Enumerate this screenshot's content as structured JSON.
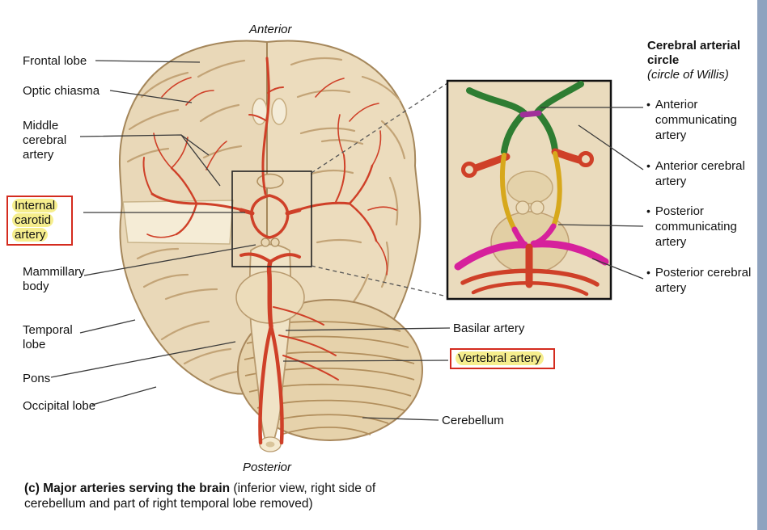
{
  "orientation": {
    "top": "Anterior",
    "bottom": "Posterior"
  },
  "left_labels": [
    {
      "text": "Frontal lobe",
      "highlighted": false
    },
    {
      "text": "Optic chiasma",
      "highlighted": false
    },
    {
      "text": "Middle cerebral artery",
      "highlighted": false
    },
    {
      "text": "Internal carotid artery",
      "highlighted": true
    },
    {
      "text": "Mammillary body",
      "highlighted": false
    },
    {
      "text": "Temporal lobe",
      "highlighted": false
    },
    {
      "text": "Pons",
      "highlighted": false
    },
    {
      "text": "Occipital lobe",
      "highlighted": false
    }
  ],
  "right_labels": [
    {
      "text": "Basilar artery",
      "highlighted": false
    },
    {
      "text": "Vertebral artery",
      "highlighted": true
    },
    {
      "text": "Cerebellum",
      "highlighted": false
    }
  ],
  "legend": {
    "title": "Cerebral arterial circle",
    "subtitle": "(circle of Willis)",
    "items": [
      {
        "text": "Anterior communicating artery"
      },
      {
        "text": "Anterior cerebral artery"
      },
      {
        "text": "Posterior communicating artery"
      },
      {
        "text": "Posterior cerebral artery"
      }
    ]
  },
  "caption": {
    "bold": "(c) Major arteries serving the brain ",
    "rest": "(inferior view, right side of cerebellum and part of right temporal lobe removed)"
  },
  "colors": {
    "artery_red": "#cf4028",
    "anterior_cerebral_green": "#2e7d32",
    "anterior_communicating_purple": "#a0309a",
    "posterior_communicating_yellow": "#d7a81c",
    "posterior_cerebral_magenta": "#d6219c",
    "highlight_yellow": "#f6ee8d",
    "highlight_border_red": "#d42b1e",
    "brain_tan": "#e9d8b8",
    "edge_strip_blue": "#8fa3bf"
  }
}
